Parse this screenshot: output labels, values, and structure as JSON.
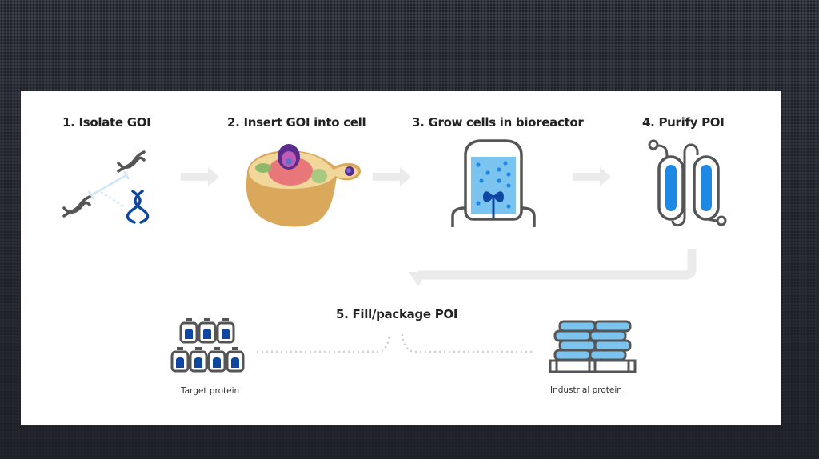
{
  "steps": [
    {
      "label": "1. Isolate GOI",
      "icon": "dna-icon"
    },
    {
      "label": "2. Insert GOI into cell",
      "icon": "cell-icon"
    },
    {
      "label": "3. Grow cells in bioreactor",
      "icon": "bioreactor-icon"
    },
    {
      "label": "4. Purify POI",
      "icon": "chromatography-columns-icon"
    },
    {
      "label": "5. Fill/package POI",
      "icon": "package-icon"
    }
  ],
  "outputs": {
    "left": {
      "label": "Target protein",
      "icon": "vials-icon"
    },
    "right": {
      "label": "Industrial protein",
      "icon": "pallet-icon"
    }
  },
  "colors": {
    "background": "#2c3038",
    "panel": "#ffffff",
    "arrow": "#ebebeb",
    "icon_gray": "#555555",
    "blue_dark": "#0d47a1",
    "blue_mid": "#1e88e5",
    "blue_light": "#7cc4f0"
  }
}
